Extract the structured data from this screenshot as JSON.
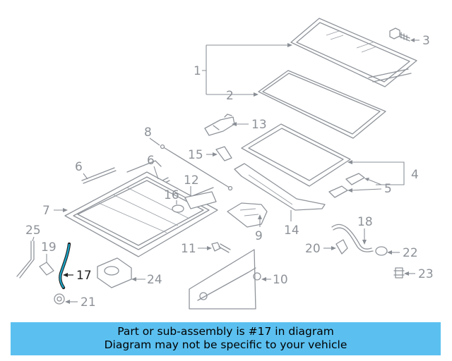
{
  "diagram": {
    "callouts": [
      "1",
      "2",
      "3",
      "4",
      "5",
      "6",
      "6",
      "7",
      "8",
      "9",
      "10",
      "11",
      "12",
      "13",
      "14",
      "15",
      "16",
      "17",
      "18",
      "19",
      "20",
      "21",
      "22",
      "23",
      "24",
      "25"
    ],
    "highlighted_part": "17"
  },
  "banner": {
    "line1": "Part or sub-assembly is #17 in diagram",
    "line2": "Diagram may not be specific to your vehicle",
    "background": "#5bc0f0"
  },
  "colors": {
    "line": "#8f949a",
    "highlight": "#1aa6c9",
    "label": "#8d9298"
  }
}
